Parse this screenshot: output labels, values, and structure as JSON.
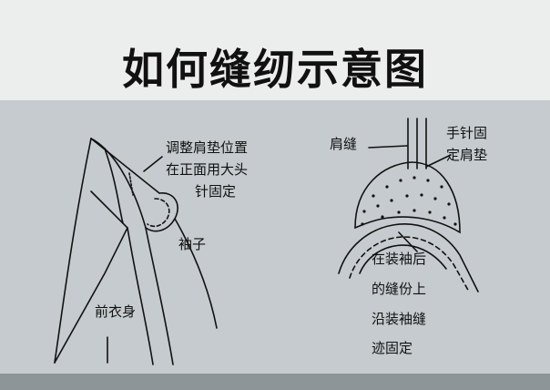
{
  "title": "如何缝纫示意图",
  "left_diagram": {
    "label_pad": [
      "调整肩垫位置",
      "在正面用大头",
      "针固定"
    ],
    "label_sleeve": "袖子",
    "label_front": "前衣身"
  },
  "right_diagram": {
    "label_seam": "肩缝",
    "label_hand": [
      "手针固",
      "定肩垫"
    ],
    "label_sleeve_seam": [
      "在装袖后",
      "的缝份上",
      "沿装袖缝",
      "迹固定"
    ]
  },
  "colors": {
    "header_bg": "#eceeed",
    "panel_bg": "#c5cbce",
    "strip": "#8e9599",
    "ink": "#111111"
  }
}
